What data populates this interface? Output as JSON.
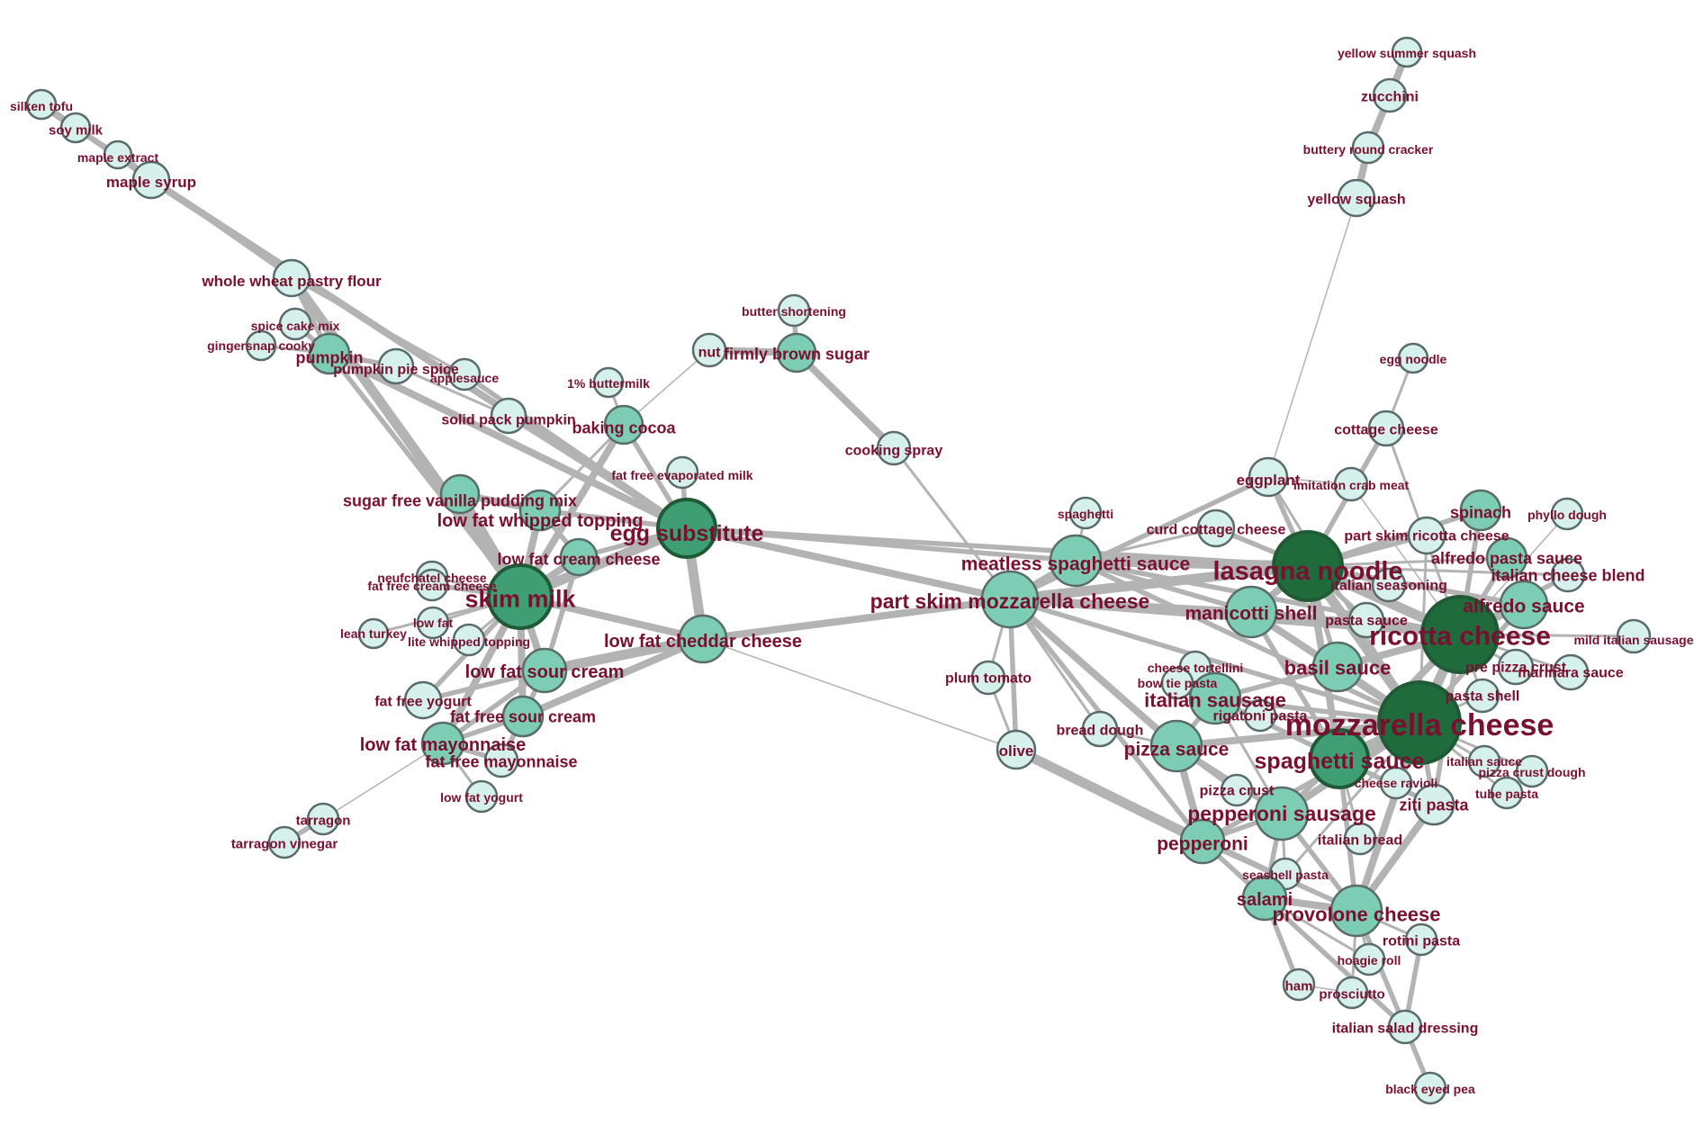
{
  "colors": {
    "label": "#7a1030",
    "edge": "#b3b3b3",
    "node_light": "#d6f0ec",
    "node_mid": "#7ccdb3",
    "node_strong": "#3f9e74",
    "node_hub": "#1f6b3c"
  },
  "nodes": [
    {
      "id": "silken_tofu",
      "label": "silken tofu"
    },
    {
      "id": "soy_milk",
      "label": "soy milk"
    },
    {
      "id": "maple_extract",
      "label": "maple extract"
    },
    {
      "id": "maple_syrup",
      "label": "maple syrup"
    },
    {
      "id": "whole_wheat_pastry_flour",
      "label": "whole wheat pastry flour"
    },
    {
      "id": "spice_cake_mix",
      "label": "spice cake mix"
    },
    {
      "id": "gingersnap_cooky",
      "label": "gingersnap cooky"
    },
    {
      "id": "pumpkin",
      "label": "pumpkin"
    },
    {
      "id": "pumpkin_pie_spice",
      "label": "pumpkin pie spice"
    },
    {
      "id": "applesauce",
      "label": "applesauce"
    },
    {
      "id": "solid_pack_pumpkin",
      "label": "solid pack pumpkin"
    },
    {
      "id": "buttermilk",
      "label": "1% buttermilk"
    },
    {
      "id": "baking_cocoa",
      "label": "baking cocoa"
    },
    {
      "id": "fat_free_evaporated_milk",
      "label": "fat free evaporated milk"
    },
    {
      "id": "nut",
      "label": "nut"
    },
    {
      "id": "firmly_brown_sugar",
      "label": "firmly brown sugar"
    },
    {
      "id": "butter_shortening",
      "label": "butter shortening"
    },
    {
      "id": "cooking_spray",
      "label": "cooking spray"
    },
    {
      "id": "sugar_free_vanilla_pudding_mix",
      "label": "sugar free vanilla pudding mix"
    },
    {
      "id": "low_fat_whipped_topping",
      "label": "low fat whipped topping"
    },
    {
      "id": "egg_substitute",
      "label": "egg substitute"
    },
    {
      "id": "low_fat_cream_cheese",
      "label": "low fat cream cheese"
    },
    {
      "id": "neufchatel_cheese",
      "label": "neufchatel cheese"
    },
    {
      "id": "fat_free_cream_cheese",
      "label": "fat free cream cheese"
    },
    {
      "id": "skim_milk",
      "label": "skim milk"
    },
    {
      "id": "low_fat",
      "label": "low fat"
    },
    {
      "id": "lean_turkey",
      "label": "lean turkey"
    },
    {
      "id": "lite_whipped_topping",
      "label": "lite whipped topping"
    },
    {
      "id": "low_fat_sour_cream",
      "label": "low fat sour cream"
    },
    {
      "id": "low_fat_cheddar_cheese",
      "label": "low fat cheddar cheese"
    },
    {
      "id": "fat_free_yogurt",
      "label": "fat free yogurt"
    },
    {
      "id": "fat_free_sour_cream",
      "label": "fat free sour cream"
    },
    {
      "id": "low_fat_mayonnaise",
      "label": "low fat mayonnaise"
    },
    {
      "id": "fat_free_mayonnaise",
      "label": "fat free mayonnaise"
    },
    {
      "id": "low_fat_yogurt",
      "label": "low fat yogurt"
    },
    {
      "id": "tarragon",
      "label": "tarragon"
    },
    {
      "id": "tarragon_vinegar",
      "label": "tarragon vinegar"
    },
    {
      "id": "yellow_summer_squash",
      "label": "yellow summer squash"
    },
    {
      "id": "zucchini",
      "label": "zucchini"
    },
    {
      "id": "buttery_round_cracker",
      "label": "buttery round cracker"
    },
    {
      "id": "yellow_squash",
      "label": "yellow squash"
    },
    {
      "id": "egg_noodle",
      "label": "egg noodle"
    },
    {
      "id": "cottage_cheese",
      "label": "cottage cheese"
    },
    {
      "id": "eggplant",
      "label": "eggplant"
    },
    {
      "id": "imitation_crab_meat",
      "label": "imitation crab meat"
    },
    {
      "id": "spaghetti",
      "label": "spaghetti"
    },
    {
      "id": "curd_cottage_cheese",
      "label": "curd cottage cheese"
    },
    {
      "id": "spinach",
      "label": "spinach"
    },
    {
      "id": "phyllo_dough",
      "label": "phyllo dough"
    },
    {
      "id": "part_skim_ricotta_cheese",
      "label": "part skim ricotta cheese"
    },
    {
      "id": "alfredo_pasta_sauce",
      "label": "alfredo pasta sauce"
    },
    {
      "id": "italian_cheese_blend",
      "label": "italian cheese blend"
    },
    {
      "id": "meatless_spaghetti_sauce",
      "label": "meatless spaghetti sauce"
    },
    {
      "id": "lasagna_noodle",
      "label": "lasagna noodle"
    },
    {
      "id": "italian_seasoning",
      "label": "italian seasoning"
    },
    {
      "id": "alfredo_sauce",
      "label": "alfredo sauce"
    },
    {
      "id": "part_skim_mozzarella_cheese",
      "label": "part skim mozzarella cheese"
    },
    {
      "id": "manicotti_shell",
      "label": "manicotti shell"
    },
    {
      "id": "pasta_sauce",
      "label": "pasta sauce"
    },
    {
      "id": "ricotta_cheese",
      "label": "ricotta cheese"
    },
    {
      "id": "mild_italian_sausage",
      "label": "mild italian sausage"
    },
    {
      "id": "pre_pizza_crust",
      "label": "pre pizza crust"
    },
    {
      "id": "marinara_sauce",
      "label": "marinara sauce"
    },
    {
      "id": "basil_sauce",
      "label": "basil sauce"
    },
    {
      "id": "cheese_tortellini",
      "label": "cheese tortellini"
    },
    {
      "id": "bow_tie_pasta",
      "label": "bow tie pasta"
    },
    {
      "id": "plum_tomato",
      "label": "plum tomato"
    },
    {
      "id": "pasta_shell",
      "label": "pasta shell"
    },
    {
      "id": "italian_sausage",
      "label": "italian sausage"
    },
    {
      "id": "rigatoni_pasta",
      "label": "rigatoni pasta"
    },
    {
      "id": "mozzarella_cheese",
      "label": "mozzarella cheese"
    },
    {
      "id": "bread_dough",
      "label": "bread dough"
    },
    {
      "id": "pizza_sauce",
      "label": "pizza sauce"
    },
    {
      "id": "olive",
      "label": "olive"
    },
    {
      "id": "spaghetti_sauce",
      "label": "spaghetti sauce"
    },
    {
      "id": "italian_sauce",
      "label": "italian sauce"
    },
    {
      "id": "pizza_crust_dough",
      "label": "pizza crust dough"
    },
    {
      "id": "cheese_ravioli",
      "label": "cheese ravioli"
    },
    {
      "id": "tube_pasta",
      "label": "tube pasta"
    },
    {
      "id": "pizza_crust",
      "label": "pizza crust"
    },
    {
      "id": "ziti_pasta",
      "label": "ziti pasta"
    },
    {
      "id": "pepperoni_sausage",
      "label": "pepperoni sausage"
    },
    {
      "id": "italian_bread",
      "label": "italian bread"
    },
    {
      "id": "pepperoni",
      "label": "pepperoni"
    },
    {
      "id": "seashell_pasta",
      "label": "seashell pasta"
    },
    {
      "id": "salami",
      "label": "salami"
    },
    {
      "id": "provolone_cheese",
      "label": "provolone cheese"
    },
    {
      "id": "rotini_pasta",
      "label": "rotini pasta"
    },
    {
      "id": "hoagie_roll",
      "label": "hoagie roll"
    },
    {
      "id": "ham",
      "label": "ham"
    },
    {
      "id": "prosciutto",
      "label": "prosciutto"
    },
    {
      "id": "italian_salad_dressing",
      "label": "italian salad dressing"
    },
    {
      "id": "black_eyed_pea",
      "label": "black eyed pea"
    }
  ]
}
